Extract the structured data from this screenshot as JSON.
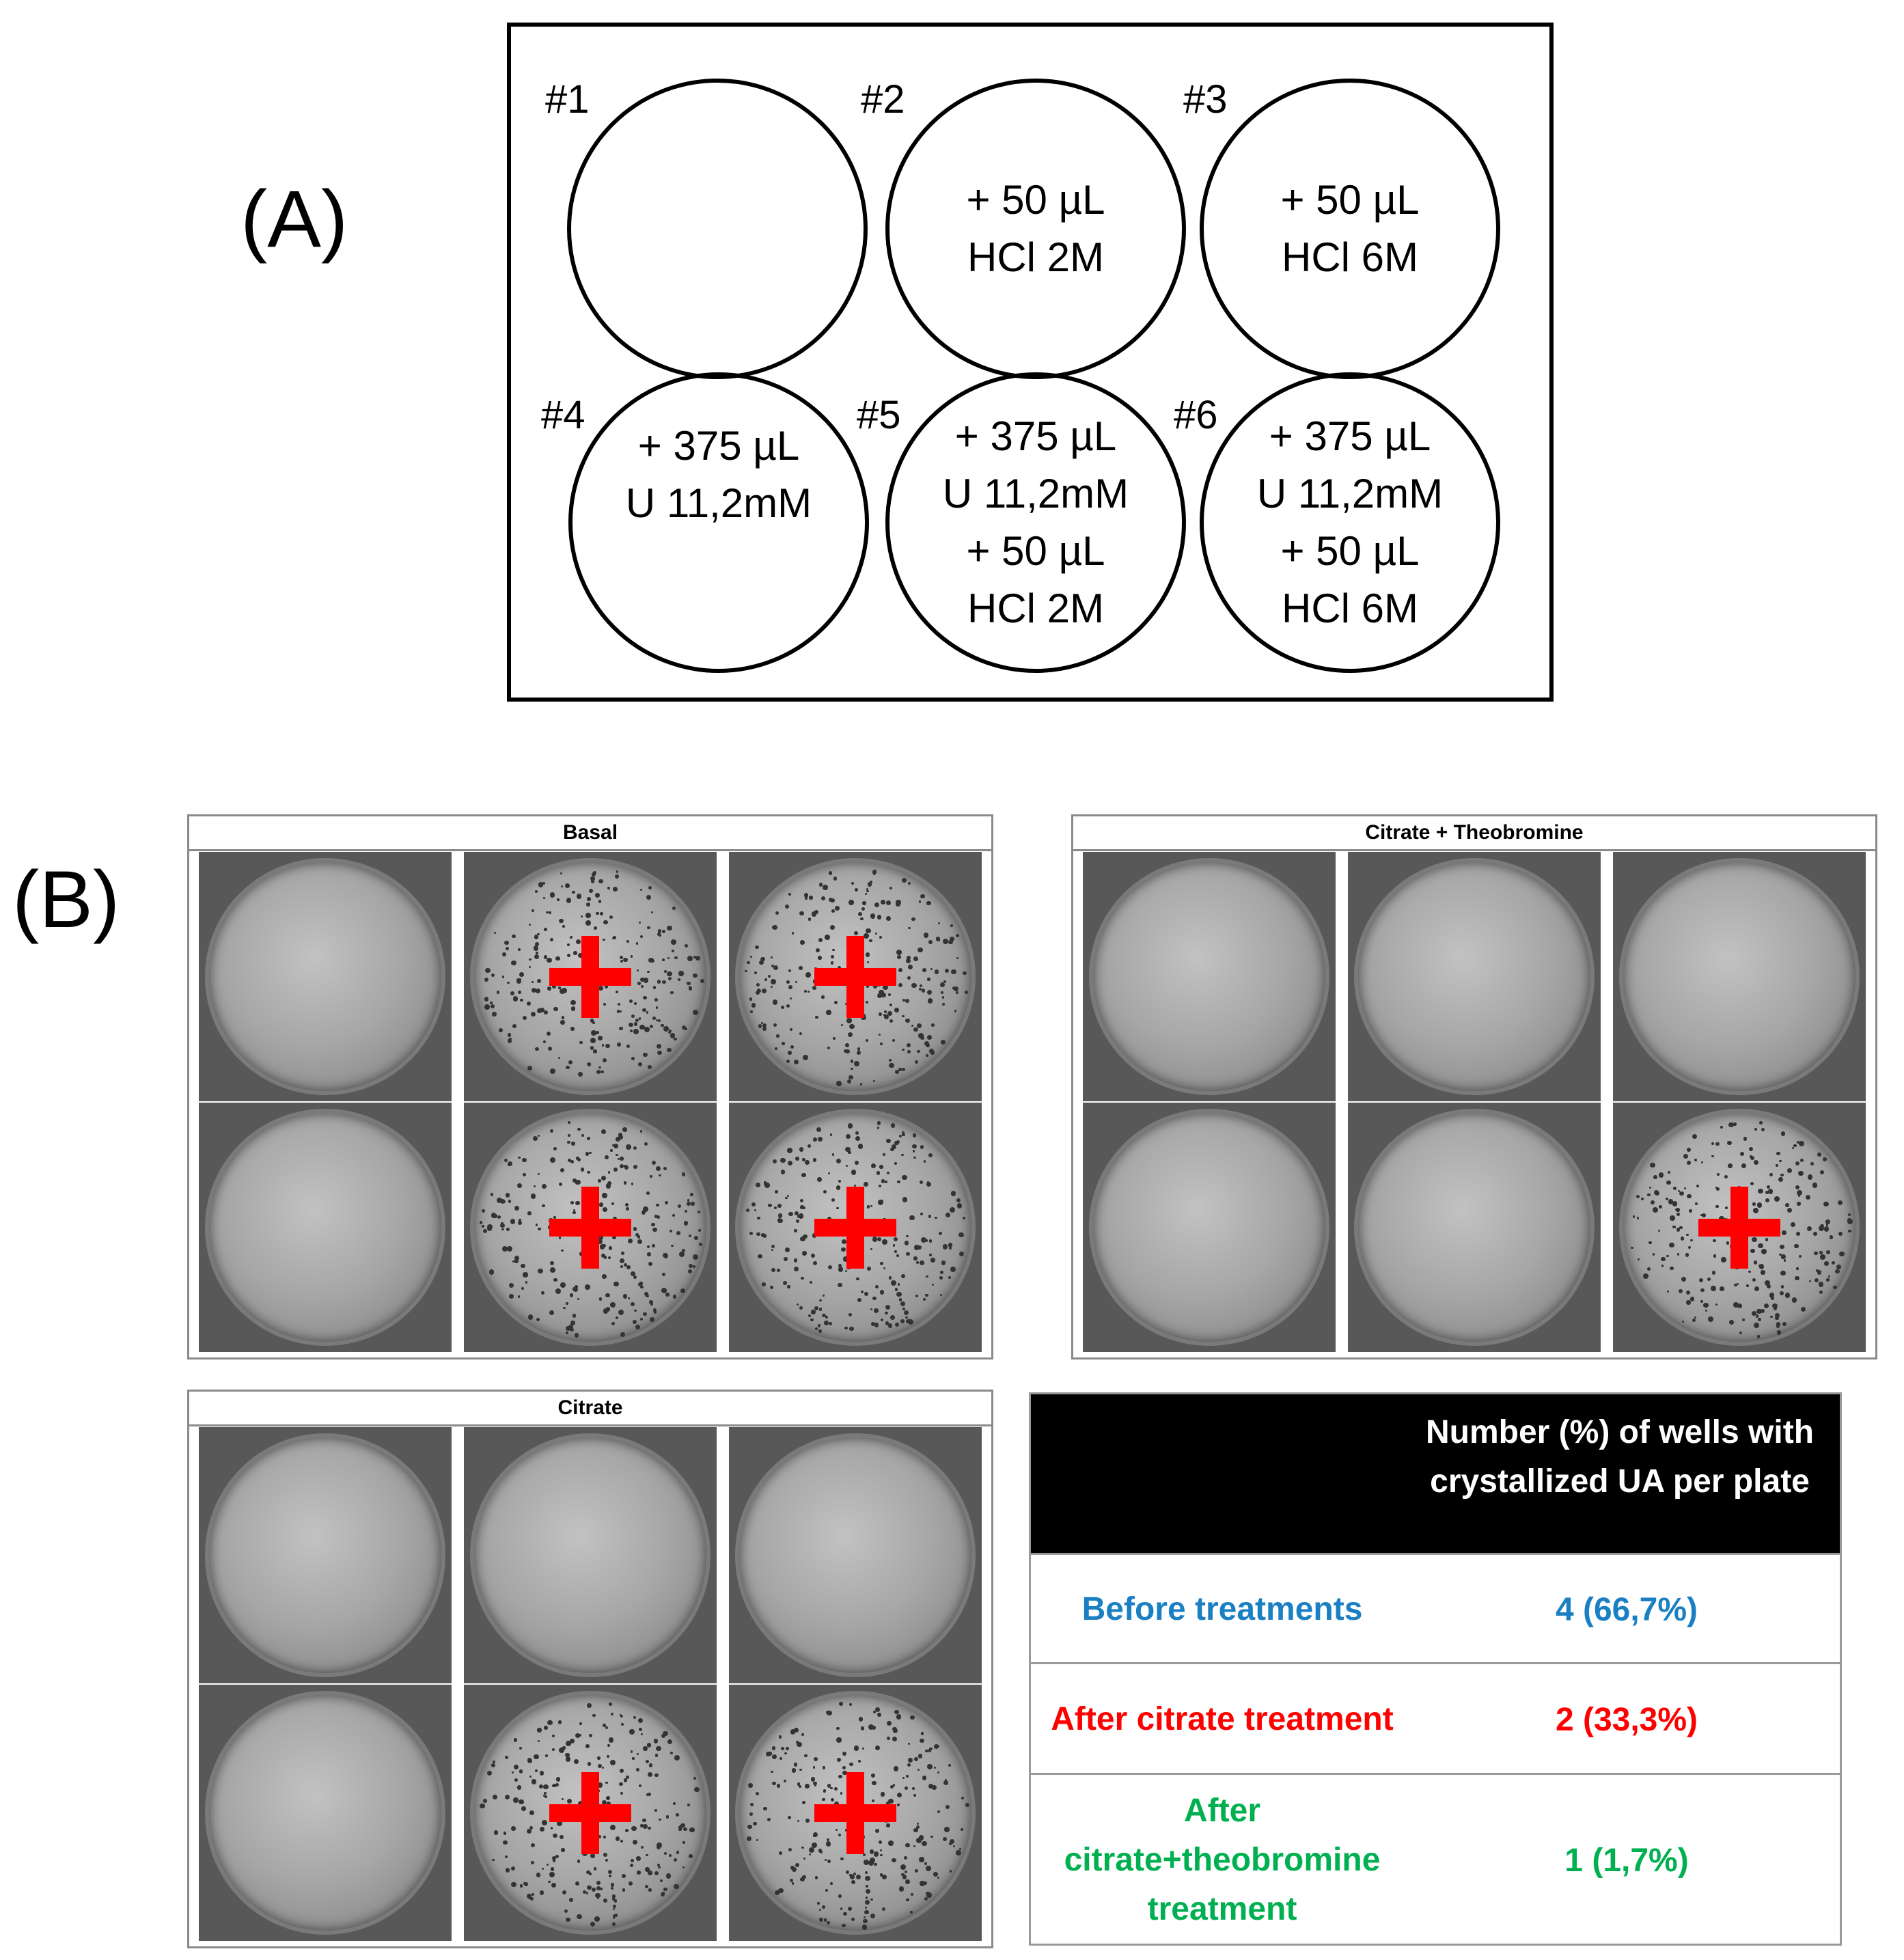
{
  "panel_a": {
    "label": "(A)",
    "wells": [
      {
        "number": "#1",
        "lines": []
      },
      {
        "number": "#2",
        "lines": [
          "+ 50 µL",
          "HCl 2M"
        ]
      },
      {
        "number": "#3",
        "lines": [
          "+ 50 µL",
          "HCl 6M"
        ]
      },
      {
        "number": "#4",
        "lines": [
          "+ 375 µL",
          "U 11,2mM"
        ]
      },
      {
        "number": "#5",
        "lines": [
          "+ 375 µL",
          "U 11,2mM",
          "+ 50 µL",
          "HCl 2M"
        ]
      },
      {
        "number": "#6",
        "lines": [
          "+ 375 µL",
          "U 11,2mM",
          "+ 50 µL",
          "HCl 6M"
        ]
      }
    ]
  },
  "panel_b": {
    "label": "(B)",
    "photo_groups": [
      {
        "title": "Basal",
        "crystallized": [
          false,
          true,
          true,
          false,
          true,
          true
        ]
      },
      {
        "title": "Citrate + Theobromine",
        "crystallized": [
          false,
          false,
          false,
          false,
          false,
          true
        ]
      },
      {
        "title": "Citrate",
        "crystallized": [
          false,
          false,
          false,
          false,
          true,
          true
        ]
      }
    ],
    "table": {
      "header": "Number (%) of wells with crystallized UA per plate",
      "rows": [
        {
          "label": "Before treatments",
          "value": "4 (66,7%)",
          "color": "#1b7fc4"
        },
        {
          "label": "After citrate treatment",
          "value": "2 (33,3%)",
          "color": "#ff0000"
        },
        {
          "label": "After citrate+theobromine treatment",
          "value": "1 (1,7%)",
          "color": "#00b050"
        }
      ],
      "header_background": "#000000"
    }
  }
}
